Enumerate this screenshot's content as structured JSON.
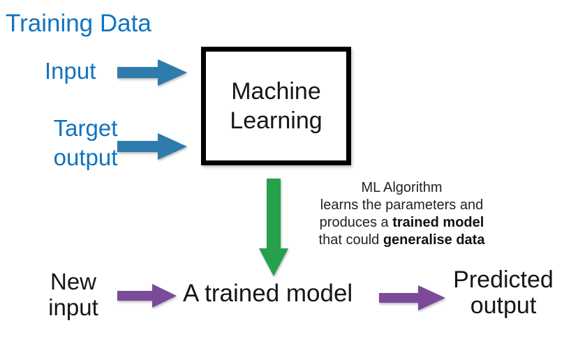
{
  "labels": {
    "training_data": "Training Data",
    "input": "Input",
    "target_output": "Target\noutput",
    "machine_learning": "Machine\nLearning",
    "new_input": "New\ninput",
    "a_trained_model": "A trained model",
    "predicted_output": "Predicted\noutput"
  },
  "note": {
    "line1": "ML Algorithm",
    "line2": "learns the parameters and",
    "line3_pre": "produces a ",
    "line3_bold": "trained model",
    "line4_pre": "that could ",
    "line4_bold": "generalise data"
  },
  "icons": {
    "input_arrow": "right-arrow",
    "target_output_arrow": "right-arrow",
    "model_arrow": "down-arrow",
    "new_input_arrow": "right-arrow",
    "predicted_output_arrow": "right-arrow"
  },
  "colors": {
    "blue_text": "#1173bf",
    "blue_arrow": "#2e7cad",
    "green_arrow": "#27a04c",
    "purple_arrow": "#7b4a9b",
    "text_black": "#161616"
  }
}
